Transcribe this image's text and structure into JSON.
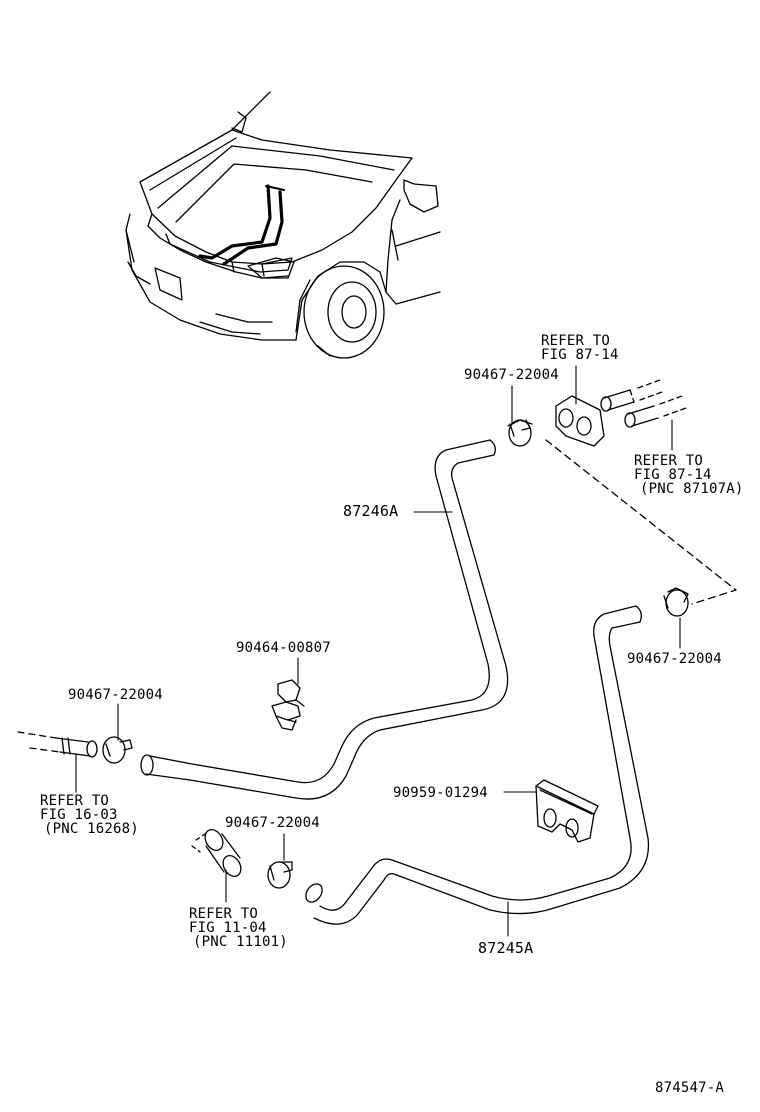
{
  "parts": {
    "hose_upper": "87246A",
    "hose_lower": "87245A",
    "clamp_top": "90467-22004",
    "clamp_right": "90467-22004",
    "clamp_left": "90467-22004",
    "clamp_bottom": "90467-22004",
    "clip": "90464-00807",
    "holder": "90959-01294"
  },
  "refs": {
    "ref_top_1": "REFER TO",
    "ref_top_2": "FIG 87-14",
    "ref_right_1": "REFER TO",
    "ref_right_2": "FIG 87-14",
    "ref_right_3": "(PNC 87107A)",
    "ref_left_1": "REFER TO",
    "ref_left_2": "FIG 16-03",
    "ref_left_3": "(PNC 16268)",
    "ref_bottom_1": "REFER TO",
    "ref_bottom_2": "FIG 11-04",
    "ref_bottom_3": "(PNC 11101)"
  },
  "diagram_id": "874547-A",
  "colors": {
    "ink": "#000000",
    "paper": "#ffffff"
  }
}
